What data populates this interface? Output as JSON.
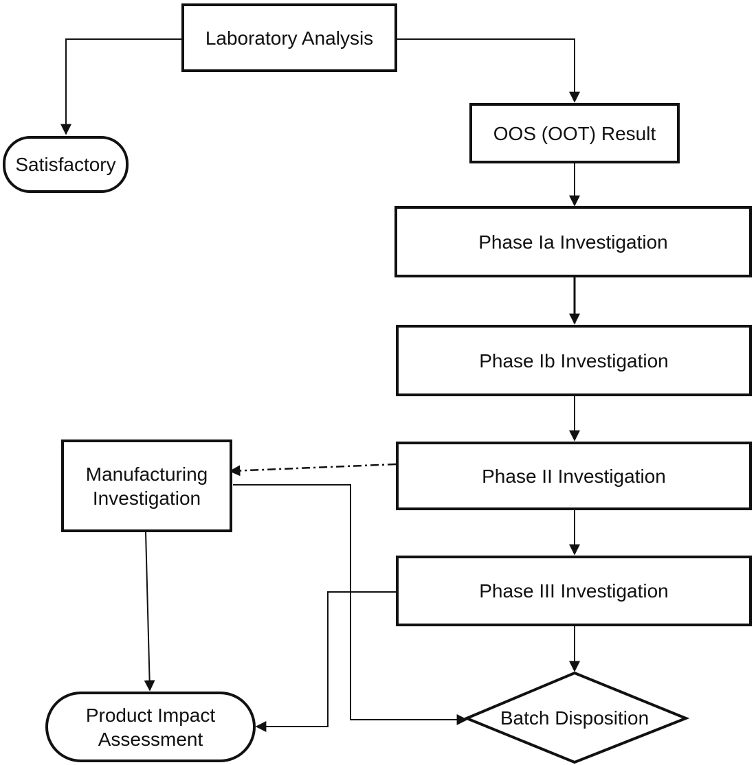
{
  "nodes": {
    "laboratory_analysis": "Laboratory Analysis",
    "satisfactory": "Satisfactory",
    "oos_result": "OOS (OOT) Result",
    "phase_ia": "Phase Ia Investigation",
    "phase_ib": "Phase Ib Investigation",
    "phase_ii": "Phase II Investigation",
    "phase_iii": "Phase III Investigation",
    "manufacturing": "Manufacturing\nInvestigation",
    "product_impact": "Product Impact\nAssessment",
    "batch_disposition": "Batch Disposition"
  },
  "style": {
    "line_color": "#111111",
    "fill_color": "#ffffff"
  }
}
